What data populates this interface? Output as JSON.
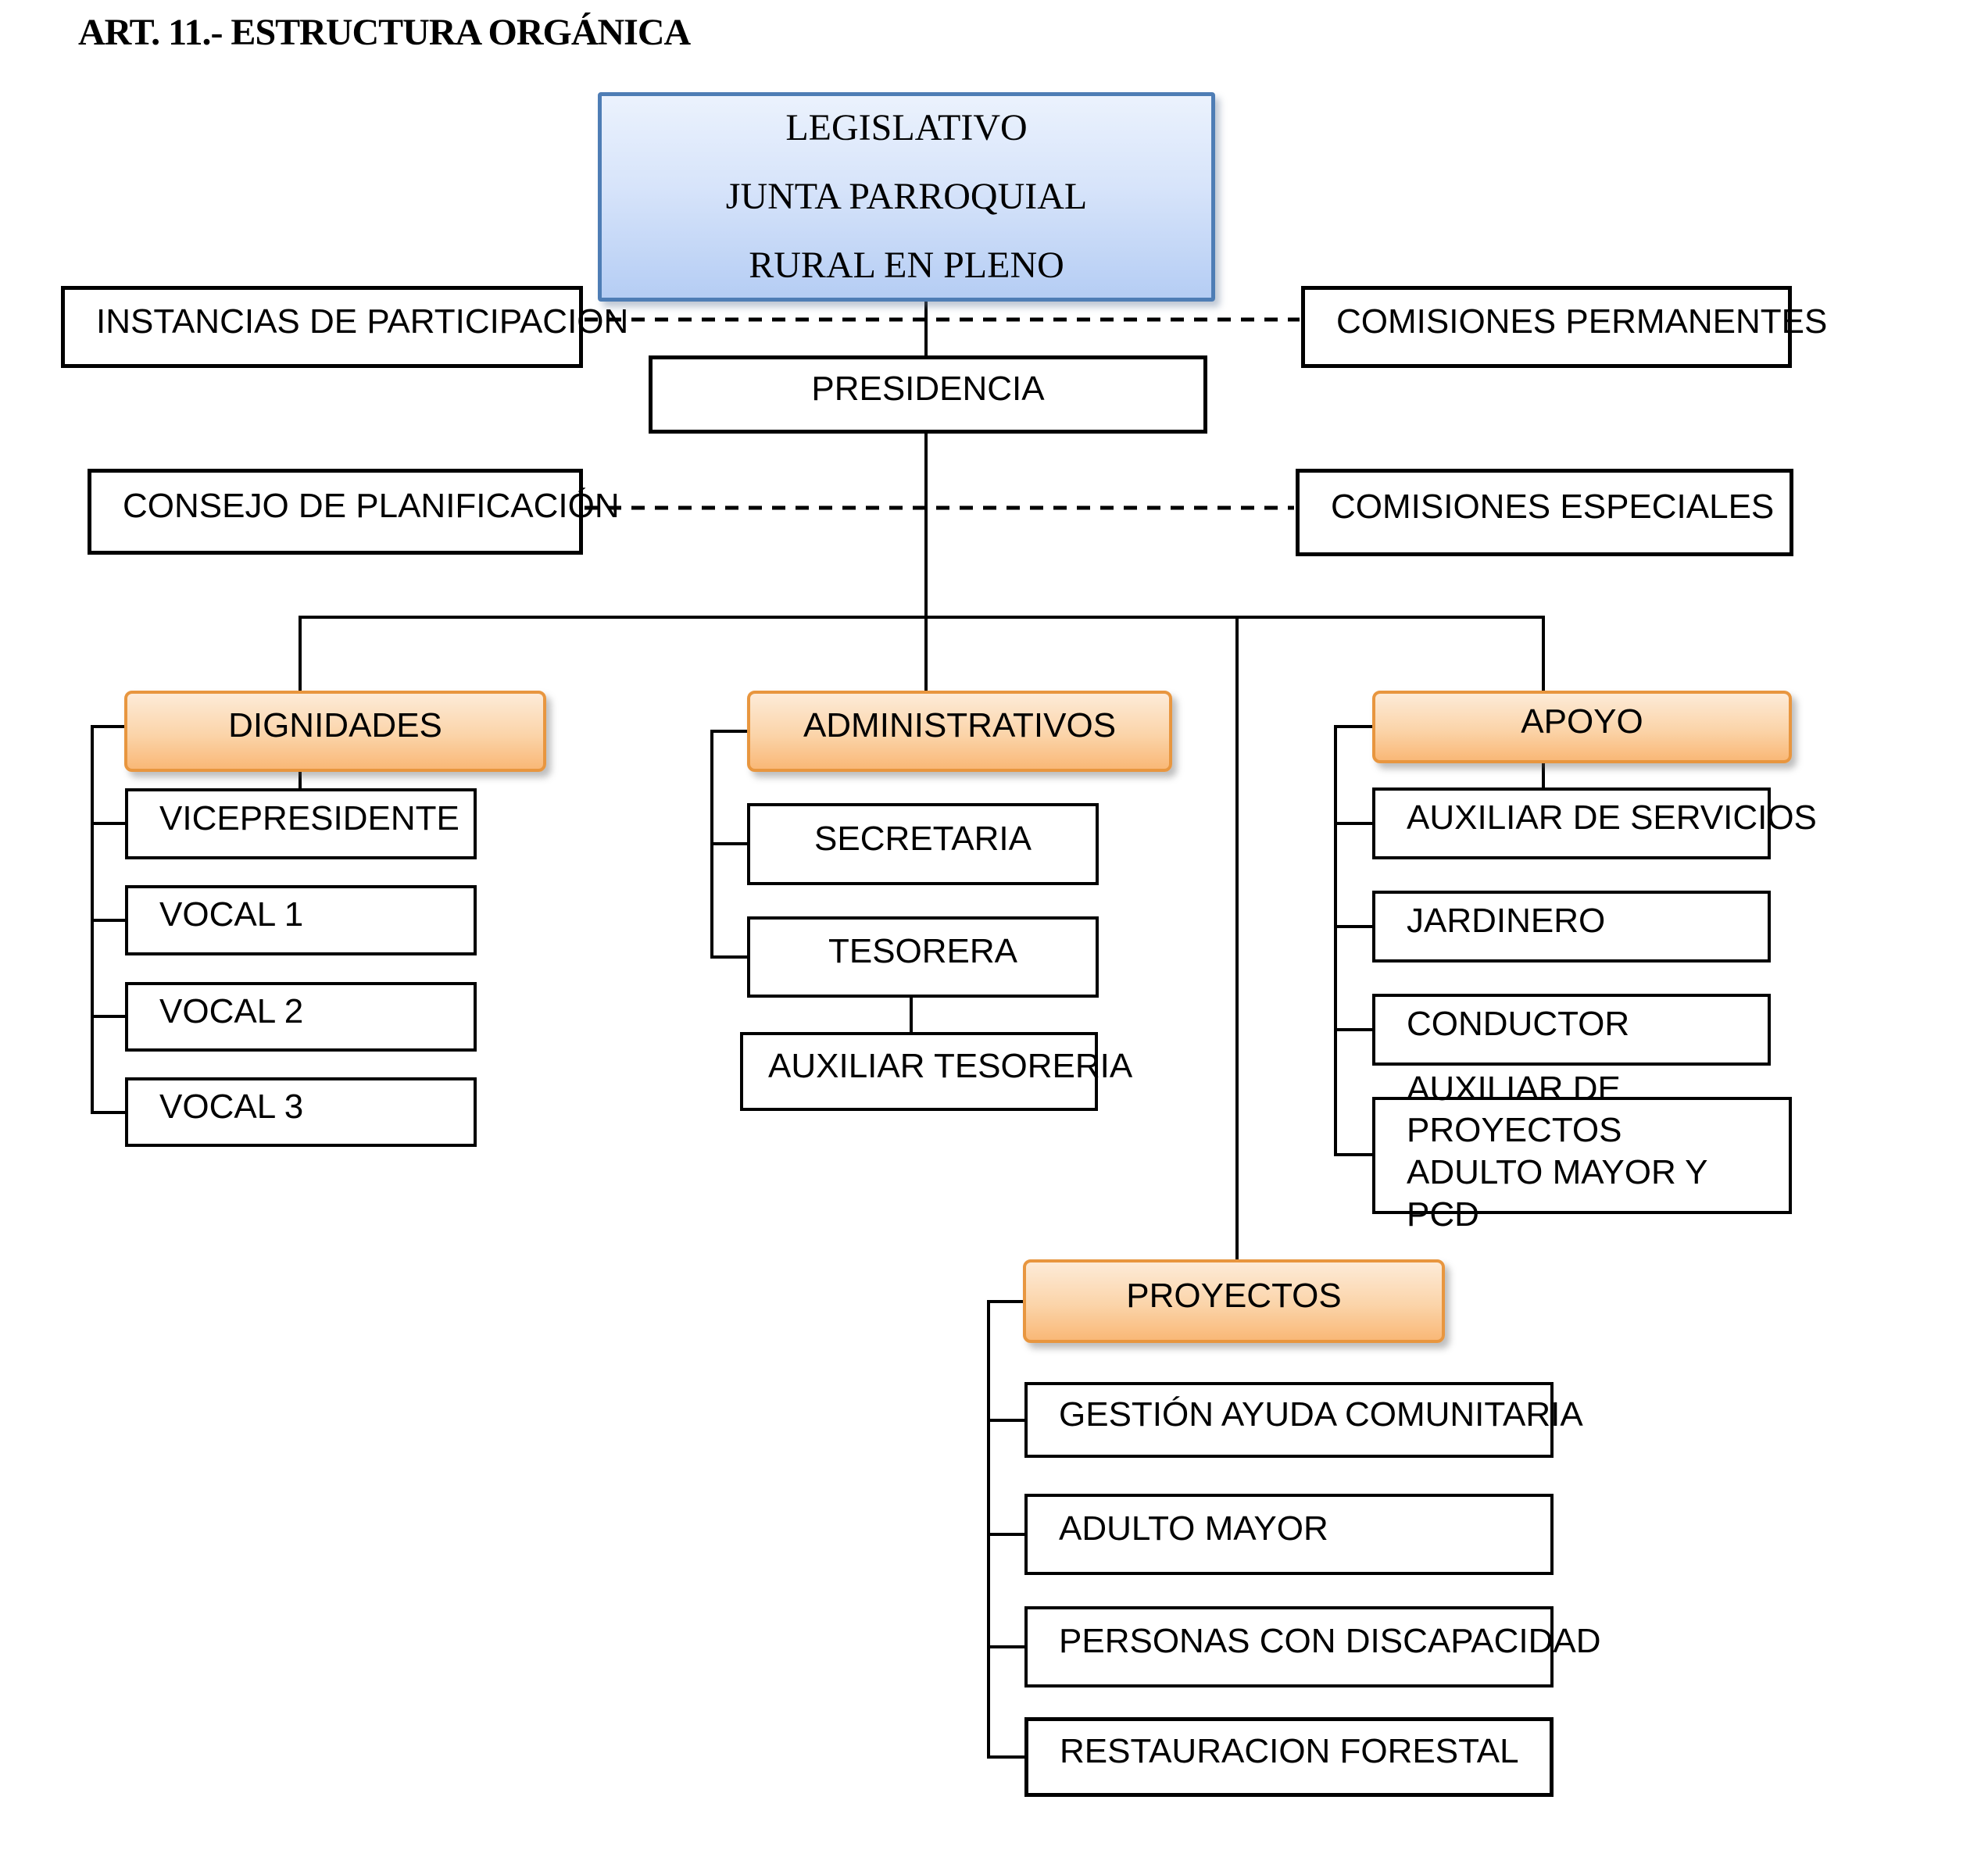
{
  "title": "ART. 11.- ESTRUCTURA ORGÁNICA",
  "legislativo": {
    "line1": "LEGISLATIVO",
    "line2": "JUNTA PARROQUIAL",
    "line3": "RURAL EN PLENO"
  },
  "presidencia": {
    "label": "PRESIDENCIA"
  },
  "side_boxes": {
    "instancias": "INSTANCIAS DE PARTICIPACION",
    "comisiones_permanentes": "COMISIONES PERMANENTES",
    "consejo_planificacion": "CONSEJO DE PLANIFICACIÓN",
    "comisiones_especiales": "COMISIONES ESPECIALES"
  },
  "dignidades": {
    "header": "DIGNIDADES",
    "items": [
      "VICEPRESIDENTE",
      "VOCAL 1",
      "VOCAL 2",
      "VOCAL 3"
    ]
  },
  "administrativos": {
    "header": "ADMINISTRATIVOS",
    "items": [
      "SECRETARIA",
      "TESORERA"
    ],
    "sub_tesoreria": "AUXILIAR TESORERIA"
  },
  "apoyo": {
    "header": "APOYO",
    "items": [
      "AUXILIAR DE SERVICIOS",
      "JARDINERO",
      "CONDUCTOR"
    ],
    "last_line1": "AUXILIAR DE PROYECTOS",
    "last_line2": "ADULTO MAYOR Y PCD"
  },
  "proyectos": {
    "header": "PROYECTOS",
    "items": [
      "GESTIÓN AYUDA COMUNITARIA",
      "ADULTO MAYOR",
      "PERSONAS CON DISCAPACIDAD",
      "RESTAURACION FORESTAL"
    ]
  },
  "colors": {
    "orange_border": "#E8963F",
    "orange_fill_top": "#FDEBD8",
    "orange_fill_bottom": "#F9B877",
    "blue_border": "#4E7DB5",
    "blue_fill_top": "#EBF2FD",
    "blue_fill_bottom": "#B5CDF4",
    "line_color": "#000000",
    "text_color": "#000000"
  }
}
